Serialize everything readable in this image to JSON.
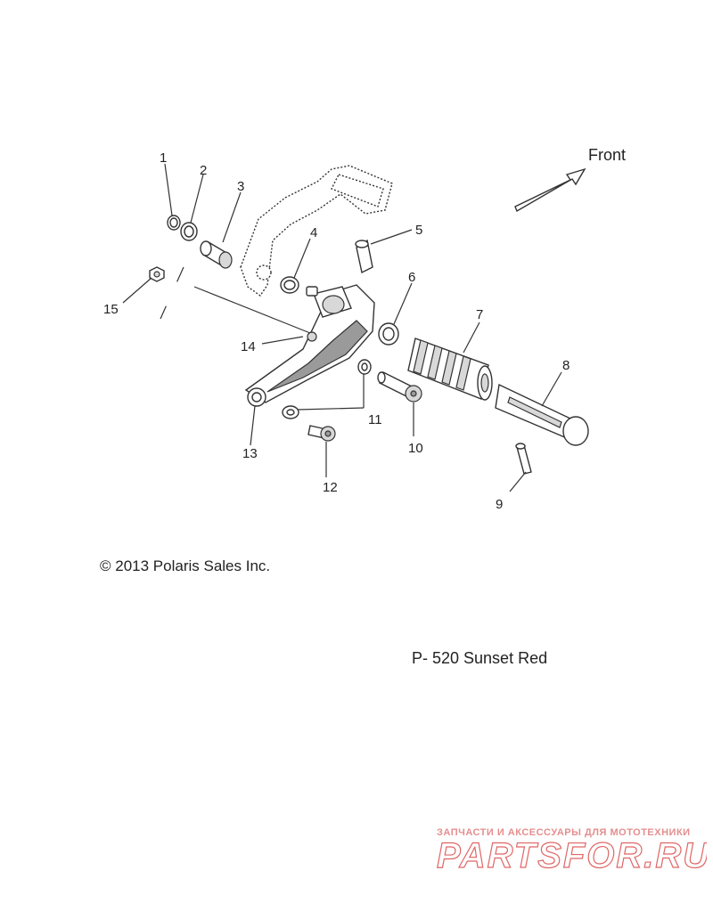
{
  "diagram": {
    "direction_label": "Front",
    "callouts": [
      "1",
      "2",
      "3",
      "4",
      "5",
      "6",
      "7",
      "8",
      "9",
      "10",
      "11",
      "12",
      "13",
      "14",
      "15"
    ]
  },
  "footer": {
    "copyright": "© 2013 Polaris Sales Inc.",
    "part_code": "P- 520  Sunset Red"
  },
  "watermark": {
    "tagline": "ЗАПЧАСТИ И АКСЕССУАРЫ ДЛЯ МОТОТЕХНИКИ",
    "logo_text": "PARTSFOR.RU",
    "color": "#e06666"
  }
}
